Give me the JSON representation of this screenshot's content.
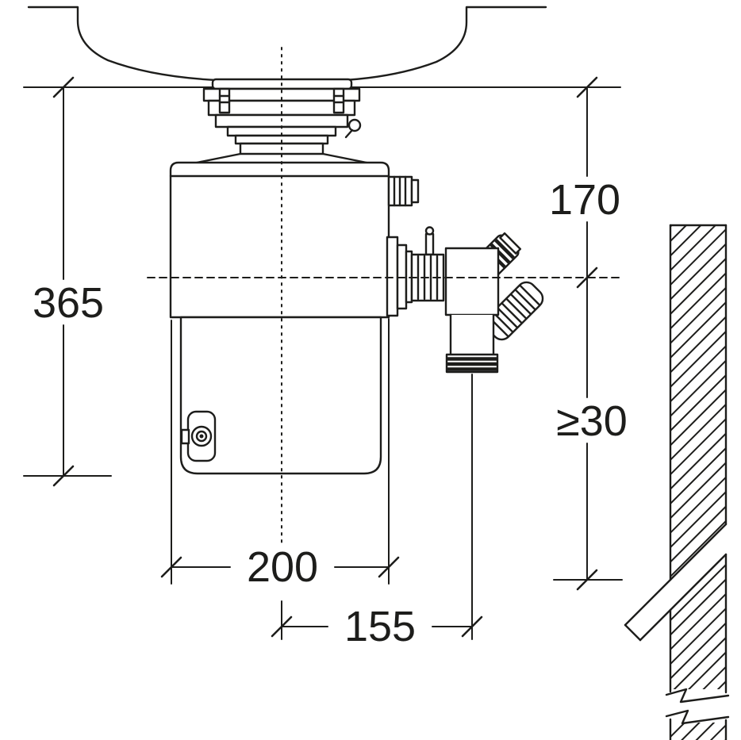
{
  "drawing": {
    "line_color": "#1d1d1b",
    "background_color": "#ffffff"
  },
  "dimensions": {
    "overall_height": "365",
    "outlet_height": "170",
    "min_clearance": "≥30",
    "body_width": "200",
    "outlet_offset": "155"
  }
}
